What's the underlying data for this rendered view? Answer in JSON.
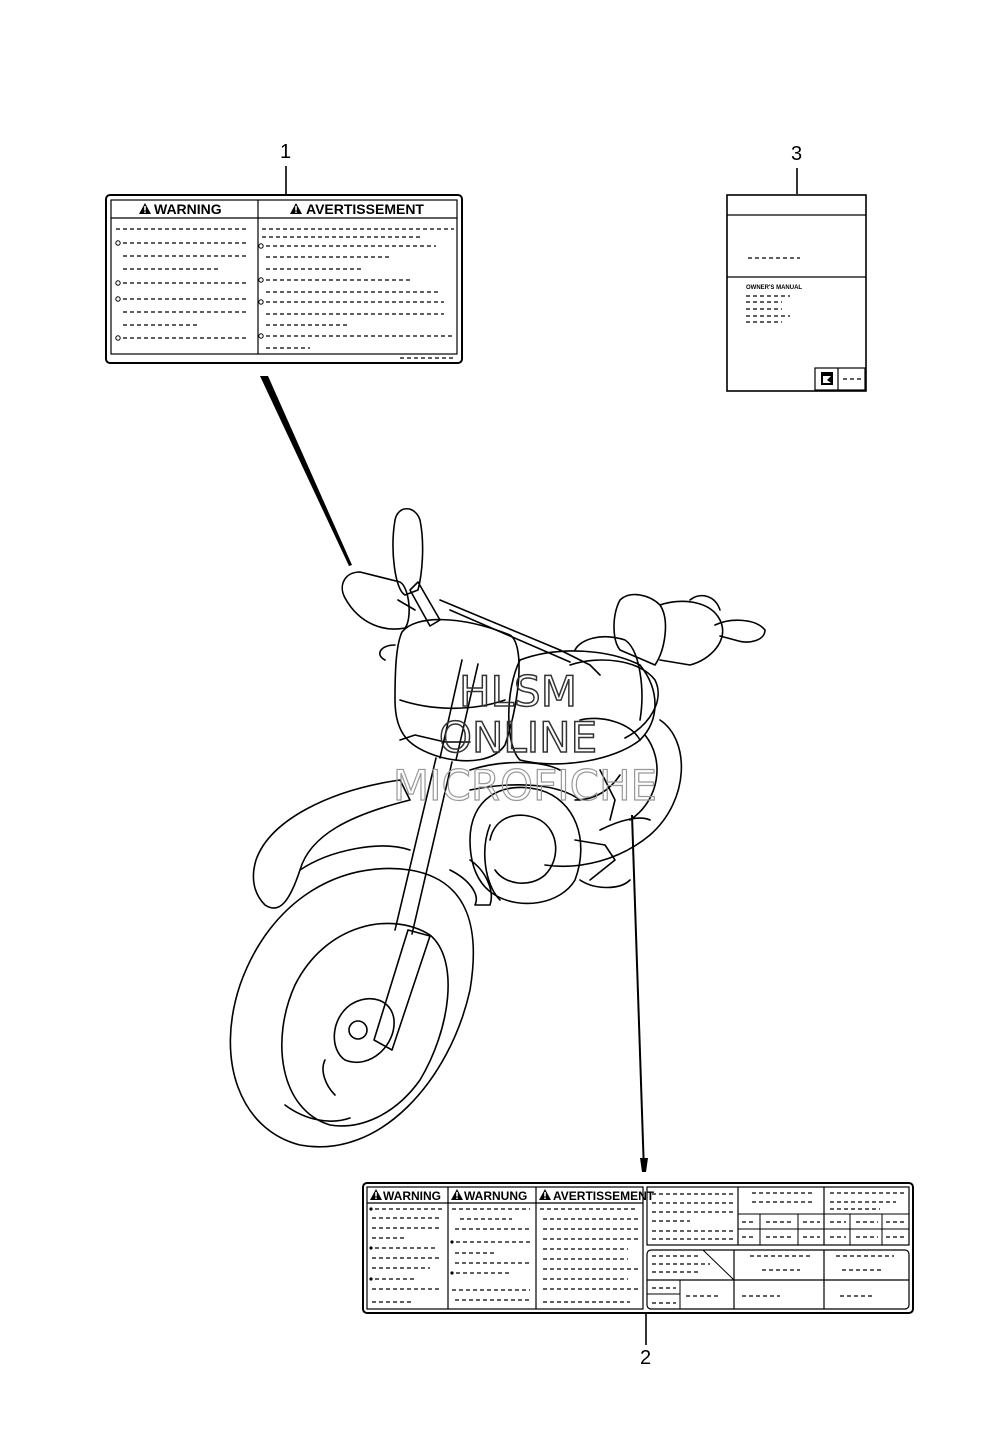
{
  "callouts": [
    "1",
    "2",
    "3"
  ],
  "label1": {
    "warning_en": "WARNING",
    "warning_fr": "AVERTISSEMENT"
  },
  "label2": {
    "warning_en": "WARNING",
    "warning_de": "WARNUNG",
    "warning_fr": "AVERTISSEMENT"
  },
  "manual": {
    "title": "OWNER'S MANUAL"
  },
  "watermark": {
    "line1": "HLSM",
    "line2": "ONLINE",
    "line3": "MICROFICHE"
  },
  "icons": {
    "warning_triangle": "warning-triangle-icon",
    "brand_emblem": "brand-emblem-icon"
  }
}
